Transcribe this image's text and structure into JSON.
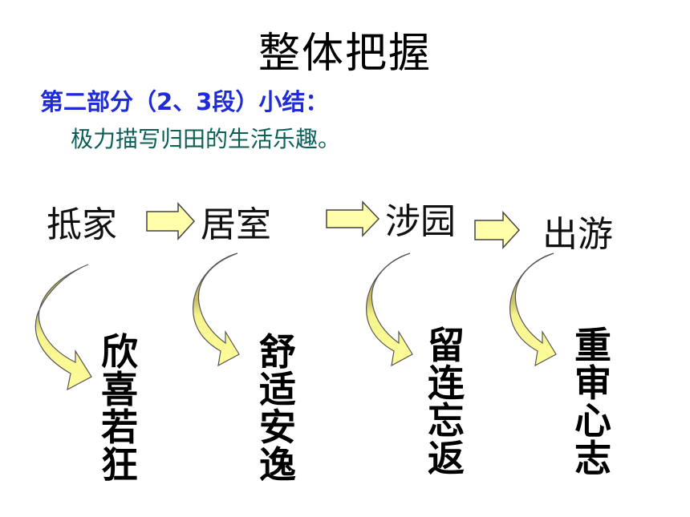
{
  "title": "整体把握",
  "section": {
    "label": "第二部分（2、3段）小结：",
    "summary": "极力描写归田的生活乐趣。"
  },
  "steps": [
    {
      "label": "抵家",
      "feeling": "欣喜若狂"
    },
    {
      "label": "居室",
      "feeling": "舒适安逸"
    },
    {
      "label": "涉园",
      "feeling": "留连忘返"
    },
    {
      "label": "出游",
      "feeling": "重审心志"
    }
  ],
  "colors": {
    "section_label": "#1f2bd8",
    "section_summary": "#0b5f57",
    "arrow_fill": "#ffffaa",
    "curve_dark": "#b3ab5a",
    "curve_light": "#fdfd9a"
  }
}
